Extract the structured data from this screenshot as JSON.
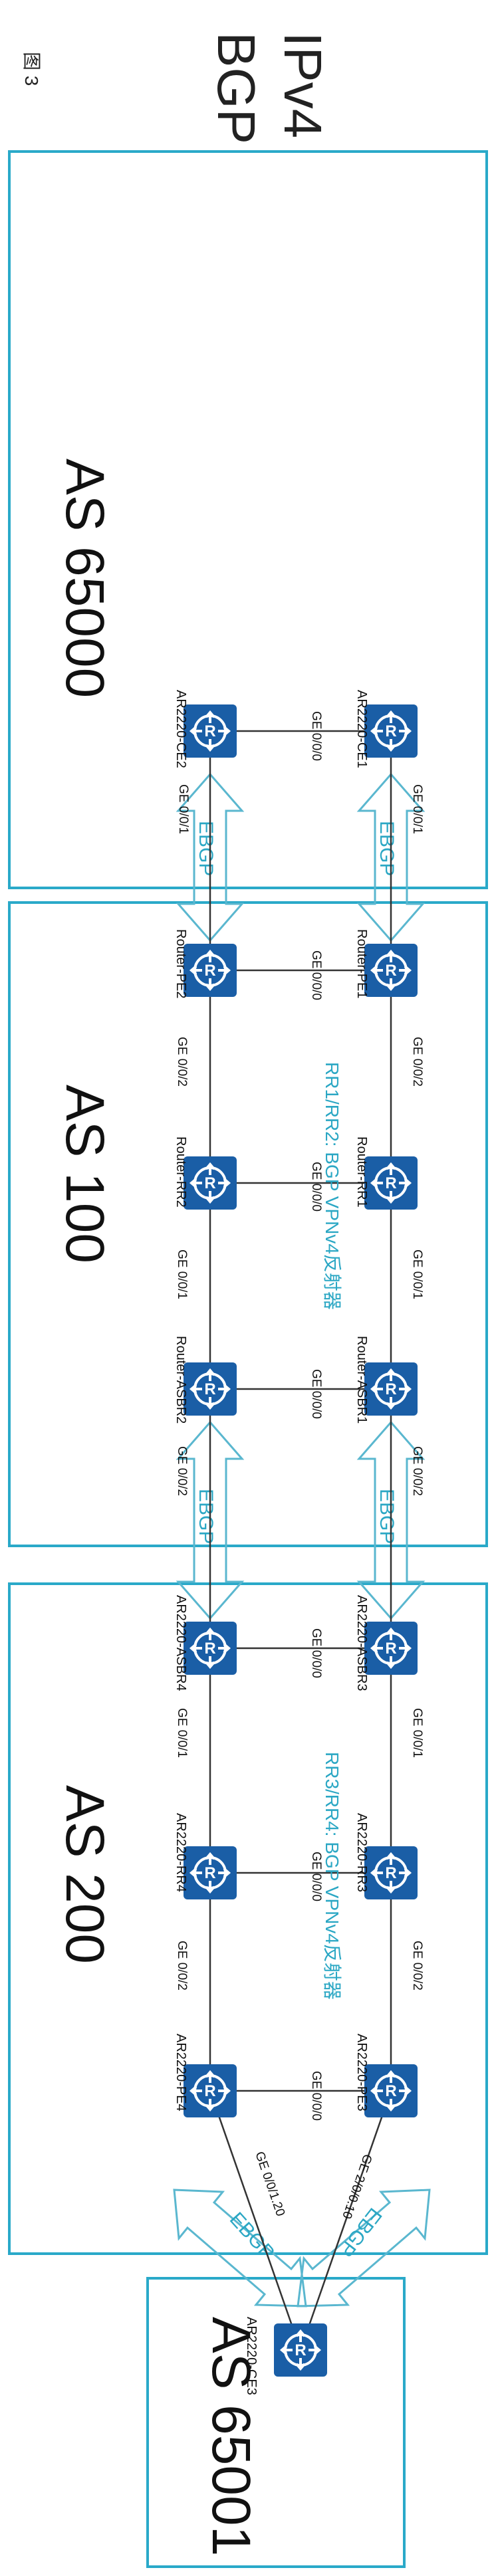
{
  "title": {
    "line1": "IPv4",
    "line2": "BGP"
  },
  "figure_label": "图 3",
  "colors": {
    "as_border": "#2aa9c9",
    "router_fill": "#1a5ea6",
    "ebgp_arrow": "#5ab7cf",
    "rr_text": "#2ba7c4",
    "link": "#333333"
  },
  "as_blocks": {
    "as65000": "AS 65000",
    "as100": "AS 100",
    "as200": "AS 200",
    "as65001": "AS 65001"
  },
  "routers": {
    "ce1": "AR2220-CE1",
    "ce2": "AR2220-CE2",
    "pe1": "Router-PE1",
    "pe2": "Router-PE2",
    "rr1": "Router-RR1",
    "rr2": "Router-RR2",
    "asbr1": "Router-ASBR1",
    "asbr2": "Router-ASBR2",
    "asbr3": "AR2220-ASBR3",
    "asbr4": "AR2220-ASBR4",
    "rr3": "AR2220-RR3",
    "rr4": "AR2220-RR4",
    "pe3": "AR2220-PE3",
    "pe4": "AR2220-PE4",
    "ce3": "AR2220-CE3"
  },
  "links": {
    "ce1_ce2": "GE 0/0/0",
    "ce1_pe1": "GE 0/0/1",
    "ce2_pe2": "GE 0/0/1",
    "pe1_pe2": "GE 0/0/0",
    "pe1_rr1": "GE 0/0/2",
    "pe2_rr2": "GE 0/0/2",
    "rr1_rr2": "GE 0/0/0",
    "rr1_asbr1": "GE 0/0/1",
    "rr2_asbr2": "GE 0/0/1",
    "asbr1_asbr2": "GE 0/0/0",
    "asbr1_asbr3": "GE 0/0/2",
    "asbr2_asbr4": "GE 0/0/2",
    "asbr3_asbr4": "GE 0/0/0",
    "asbr3_rr3": "GE 0/0/1",
    "asbr4_rr4": "GE 0/0/1",
    "rr3_rr4": "GE 0/0/0",
    "rr3_pe3": "GE 0/0/2",
    "rr4_pe4": "GE 0/0/2",
    "pe3_pe4": "GE 0/0/0",
    "pe3_ce3": "GE 2/0/0.10",
    "pe4_ce3": "GE 0/0/1.20"
  },
  "ebgp_label": "EBGP",
  "rr_notes": {
    "as100": "RR1/RR2: BGP VPNv4反射器",
    "as200": "RR3/RR4: BGP VPNv4反射器"
  }
}
